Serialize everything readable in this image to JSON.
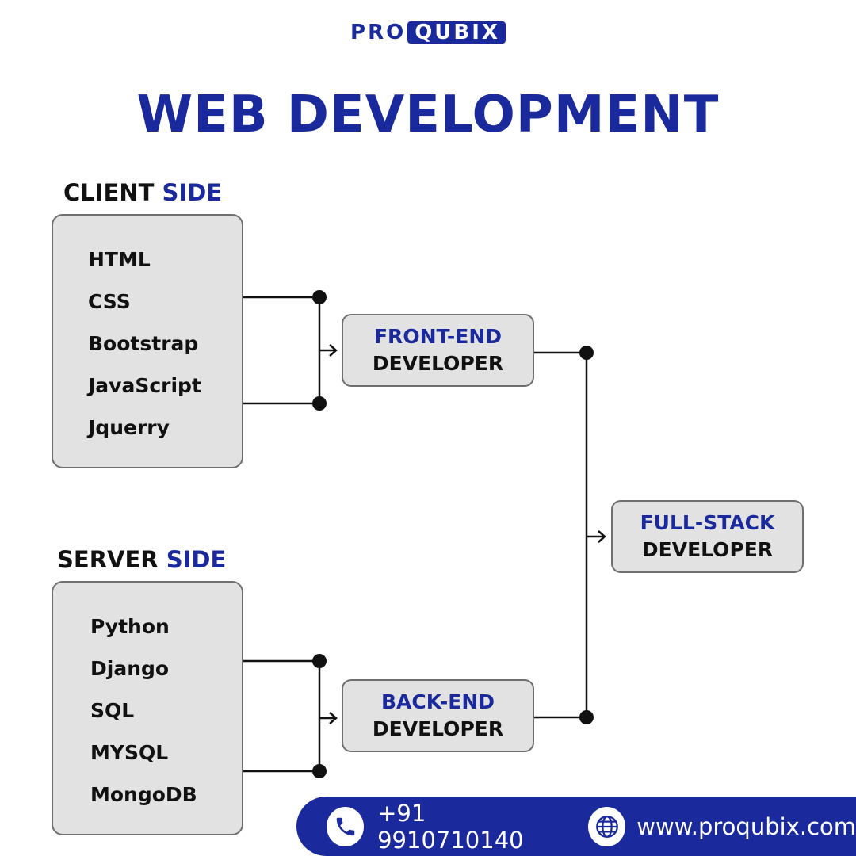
{
  "logo": {
    "part1": "PRO",
    "part2": "QUBIX"
  },
  "title": "WEB DEVELOPMENT",
  "client": {
    "label_main": "CLIENT",
    "label_accent": "SIDE",
    "items": [
      "HTML",
      "CSS",
      "Bootstrap",
      "JavaScript",
      "Jquerry"
    ]
  },
  "server": {
    "label_main": "SERVER",
    "label_accent": "SIDE",
    "items": [
      "Python",
      "Django",
      "SQL",
      "MYSQL",
      "MongoDB"
    ]
  },
  "roles": {
    "frontend": {
      "top": "FRONT-END",
      "bottom": "DEVELOPER"
    },
    "backend": {
      "top": "BACK-END",
      "bottom": "DEVELOPER"
    },
    "fullstack": {
      "top": "FULL-STACK",
      "bottom": "DEVELOPER"
    }
  },
  "footer": {
    "phone": "+91 9910710140",
    "website": "www.proqubix.com",
    "phone_icon": "phone-icon",
    "globe_icon": "globe-icon"
  },
  "colors": {
    "brand_blue": "#1a2a9c",
    "box_fill": "#e2e2e2",
    "text_dark": "#111111"
  }
}
